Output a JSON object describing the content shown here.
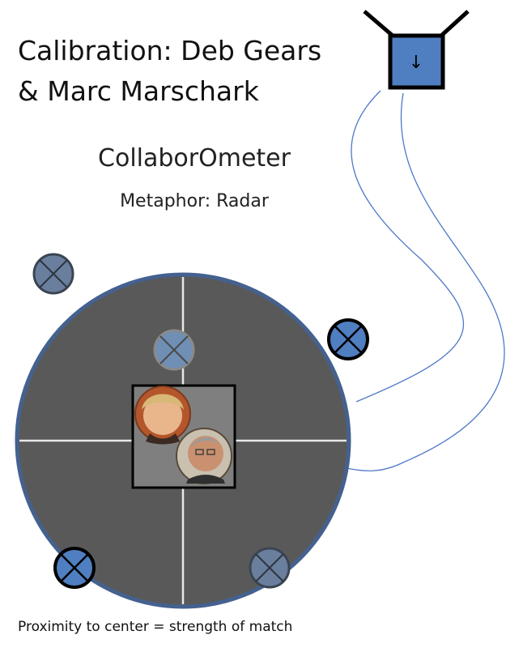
{
  "calibration": {
    "line1": "Calibration: Deb Gears",
    "line2": "& Marc Marschark"
  },
  "title": "CollaborOmeter",
  "subtitle": "Metaphor: Radar",
  "caption": "Proximity to center = strength of match",
  "device_icon": {
    "glyph": "↓",
    "name": "down-arrow-icon"
  },
  "colors": {
    "radar_fill": "#595959",
    "radar_border": "#44618f",
    "crosshair": "#e8e8e8",
    "center_box": "#7f7f7f",
    "marker_dark": "#4f7fc0",
    "marker_light": "#6f8fb5",
    "device_fill": "#4f7fc0",
    "cable": "#4f79c8"
  }
}
